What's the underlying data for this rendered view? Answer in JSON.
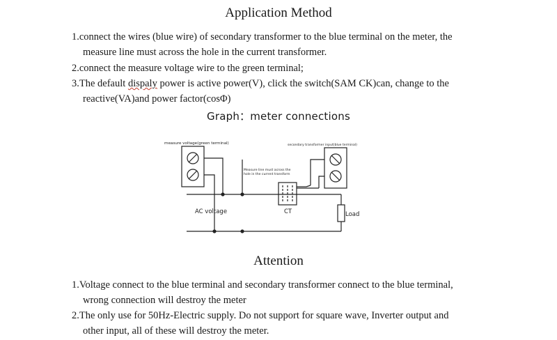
{
  "title": "Application Method",
  "steps": [
    {
      "line1": "1.connect the wires (blue wire) of secondary transformer to the blue terminal on the meter, the",
      "line2": "measure line must across the hole in the current transformer."
    },
    {
      "line1": "2.connect the measure voltage wire to the green terminal;"
    },
    {
      "line1a": "3.The default ",
      "line1b": "dispaly",
      "line1c": " power is active power(V), click the switch(SAM CK)can, change to the",
      "line2": "reactive(VA)and power factor(cosΦ)"
    }
  ],
  "graph_title": "Graph：meter connections",
  "diagram": {
    "label_green": "measure voltage(green terminal)",
    "label_blue": "secondary transformer input(blue terminal)",
    "note_line1": "Measure line must across the",
    "note_line2": "hole in the current transform",
    "label_ac": "AC voltage",
    "label_ct": "CT",
    "label_load": "Load"
  },
  "attention_title": "Attention",
  "attention": [
    {
      "line1": "1.Voltage connect to the blue terminal and secondary transformer connect to the blue terminal,",
      "line2": "wrong connection will destroy the meter"
    },
    {
      "line1": "2.The only use for 50Hz-Electric supply. Do not support for square wave, Inverter output and",
      "line2": "other input, all of these will destroy the meter."
    }
  ]
}
